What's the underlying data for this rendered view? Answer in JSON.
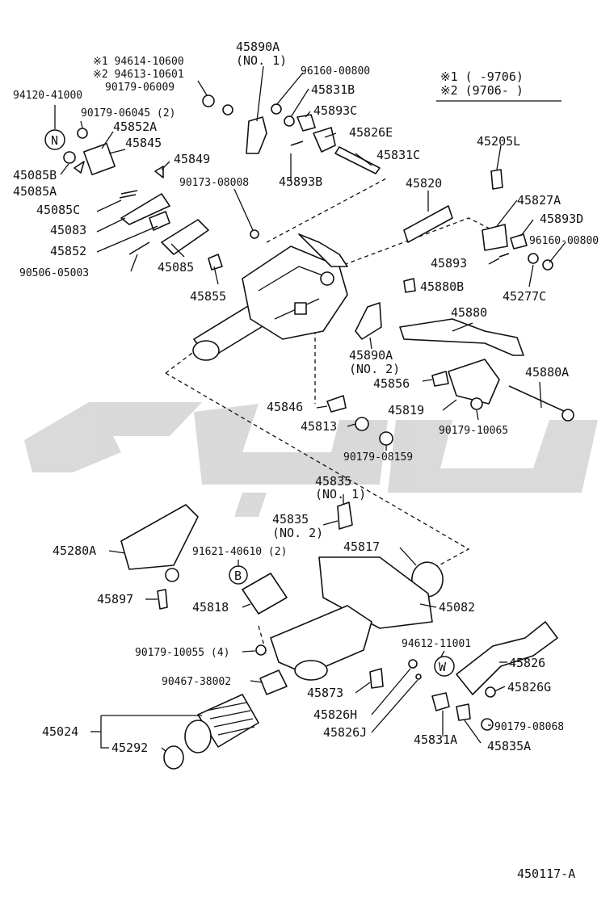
{
  "diagram_id": "450117-A",
  "notes": {
    "note1": "※1 (     -9706)",
    "note2": "※2 (9706-     )"
  },
  "symbols": {
    "n": "N",
    "b": "B",
    "w": "W"
  },
  "labels": {
    "p45890A_1": "45890A",
    "p45890A_1b": "(NO. 1)",
    "p94614": "※1 94614-10600",
    "p94613": "※2 94613-10601",
    "p90179_06009": "90179-06009",
    "p94120": "94120-41000",
    "p90179_06045": "90179-06045 (2)",
    "p45852A": "45852A",
    "p45845": "45845",
    "p45849": "45849",
    "p45085B": "45085B",
    "p45085A": "45085A",
    "p45085C": "45085C",
    "p45083": "45083",
    "p45852": "45852",
    "p45085": "45085",
    "p90506": "90506-05003",
    "p45855": "45855",
    "p90173": "90173-08008",
    "p96160_a": "96160-00800",
    "p45831B": "45831B",
    "p45893C": "45893C",
    "p45826E": "45826E",
    "p45831C": "45831C",
    "p45893B": "45893B",
    "p45820": "45820",
    "p45205L": "45205L",
    "p45827A": "45827A",
    "p45893D": "45893D",
    "p96160_b": "96160-00800",
    "p45893": "45893",
    "p45277C": "45277C",
    "p45880B": "45880B",
    "p45880": "45880",
    "p45890A_2": "45890A",
    "p45890A_2b": "(NO. 2)",
    "p45856": "45856",
    "p45880A": "45880A",
    "p45846": "45846",
    "p45819": "45819",
    "p45813": "45813",
    "p90179_10065": "90179-10065",
    "p90179_08159": "90179-08159",
    "p45835_1": "45835",
    "p45835_1b": "(NO. 1)",
    "p45835_2": "45835",
    "p45835_2b": "(NO. 2)",
    "p45280A": "45280A",
    "p45817": "45817",
    "p91621": "91621-40610 (2)",
    "p45897": "45897",
    "p45818": "45818",
    "p45082": "45082",
    "p90179_10055": "90179-10055 (4)",
    "p94612": "94612-11001",
    "p45826": "45826",
    "p90467": "90467-38002",
    "p45873": "45873",
    "p45826G": "45826G",
    "p45826H": "45826H",
    "p45024": "45024",
    "p45826J": "45826J",
    "p90179_08068": "90179-08068",
    "p45292": "45292",
    "p45831A": "45831A",
    "p45835A": "45835A"
  }
}
